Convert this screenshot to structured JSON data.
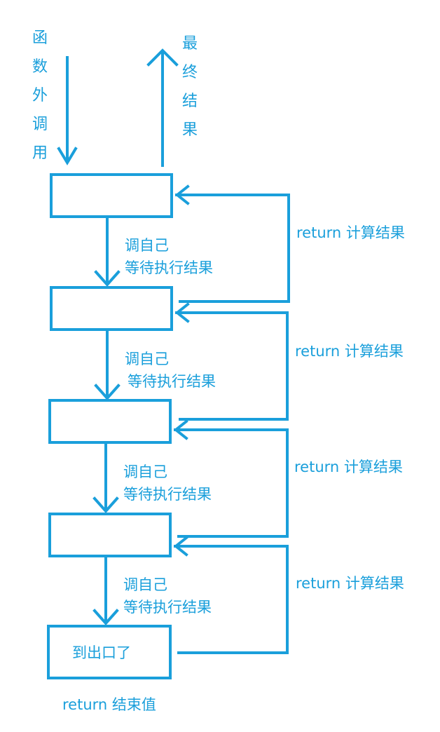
{
  "colors": {
    "stroke": "#1a9fdb",
    "background": "#ffffff"
  },
  "entry_label": [
    "函",
    "数",
    "外",
    "调",
    "用"
  ],
  "final_label": [
    "最",
    "终",
    "结",
    "果"
  ],
  "call_labels": [
    {
      "line1": "调自己",
      "line2": "等待执行结果"
    },
    {
      "line1": "调自己",
      "line2": "等待执行结果"
    },
    {
      "line1": "调自己",
      "line2": "等待执行结果"
    },
    {
      "line1": "调自己",
      "line2": "等待执行结果"
    }
  ],
  "return_labels": [
    "return 计算结果",
    "return 计算结果",
    "return 计算结果",
    "return 计算结果"
  ],
  "exit_box_text": "到出口了",
  "end_label": "return 结束值"
}
